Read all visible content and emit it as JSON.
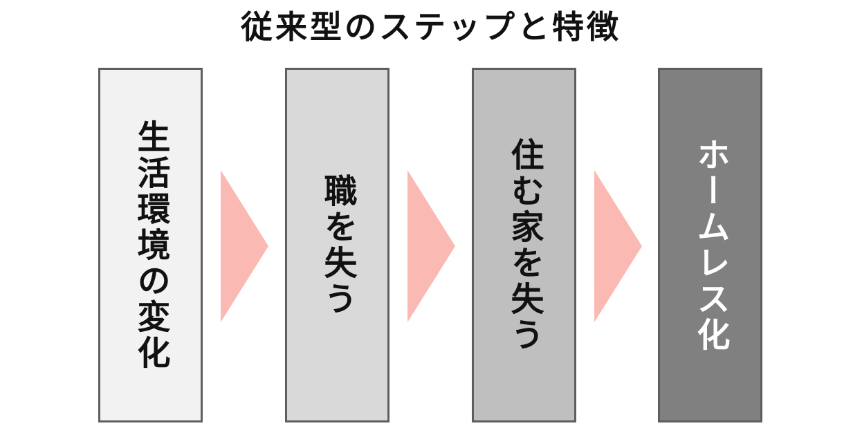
{
  "title": "従来型のステップと特徴",
  "colors": {
    "box_border": "#5e5e5e",
    "arrow": "#fbb9b3"
  },
  "steps": [
    {
      "label": "生活環境の変化",
      "bg": "#f2f2f2",
      "text_color": "#111111"
    },
    {
      "label": "職を失う",
      "bg": "#d9d9d9",
      "text_color": "#111111"
    },
    {
      "label": "住む家を失う",
      "bg": "#bfbfbf",
      "text_color": "#111111"
    },
    {
      "label": "ホームレス化",
      "bg": "#808080",
      "text_color": "#ffffff"
    }
  ],
  "arrows": [
    {
      "icon": "triangle-right-icon"
    },
    {
      "icon": "triangle-right-icon"
    },
    {
      "icon": "triangle-right-icon"
    }
  ]
}
